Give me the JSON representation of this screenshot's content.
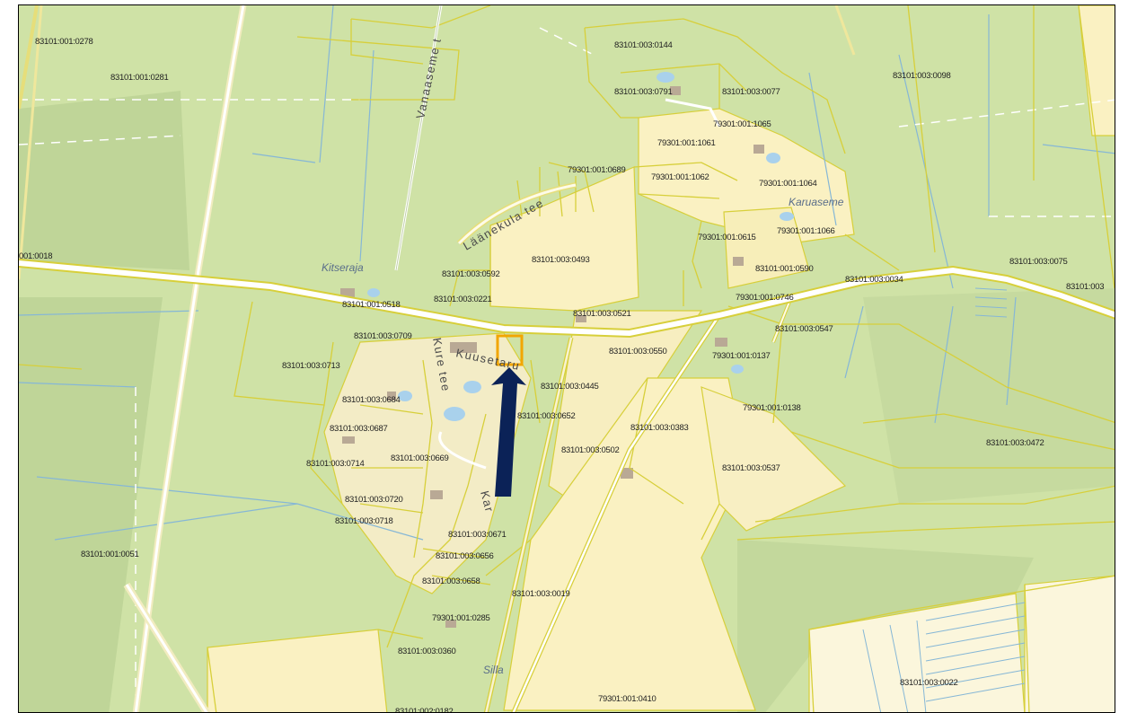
{
  "colors": {
    "field": "#cfe2a6",
    "forest": "#bcd494",
    "residential": "#faf1c2",
    "parcel_border": "#d7cf3a",
    "water_line": "#86b7d6",
    "road_main": "#ffffff",
    "arrow": "#0b2257",
    "highlight": "#f2a600"
  },
  "places": {
    "kitseraja": "Kitseraja",
    "karuaseme": "Karuaseme",
    "silla": "Silla"
  },
  "roads": {
    "vanaaseme": "Vanaaseme t",
    "laanekula": "Läänekula tee",
    "kuusetaru": "Kuusetaru",
    "kure": "Kure tee",
    "kar": "Kar"
  },
  "parcels": [
    "83101:001:0278",
    "83101:001:0281",
    "83101:003:0144",
    "83101:003:0791",
    "83101:003:0077",
    "83101:003:0098",
    "79301:001:1065",
    "79301:001:1061",
    "79301:001:0689",
    "79301:001:1062",
    "79301:001:1064",
    "79301:001:0615",
    "79301:001:1066",
    "001:0018",
    "83101:003:0493",
    "83101:003:0592",
    "83101:001:0590",
    "83101:003:0075",
    "83101:003:0034",
    "83101:001:0518",
    "83101:003:0221",
    "79301:001:0746",
    "83101:003:0521",
    "83101:003:0547",
    "83101:003:0709",
    "83101:003:0550",
    "79301:001:0137",
    "83101:003:0713",
    "83101:003:0445",
    "83101:003:0684",
    "83101:003:0652",
    "79301:001:0138",
    "83101:003:0687",
    "83101:003:0383",
    "83101:003:0472",
    "83101:003:0502",
    "83101:003:0714",
    "83101:003:0669",
    "83101:003:0537",
    "83101:003:0720",
    "83101:003:0718",
    "83101:003:0671",
    "83101:001:0051",
    "83101:003:0656",
    "83101:003:0658",
    "83101:003:0019",
    "79301:001:0285",
    "83101:003:0360",
    "79301:001:0410",
    "83101:003:0022",
    "83101:002:0182",
    "83101:003"
  ]
}
